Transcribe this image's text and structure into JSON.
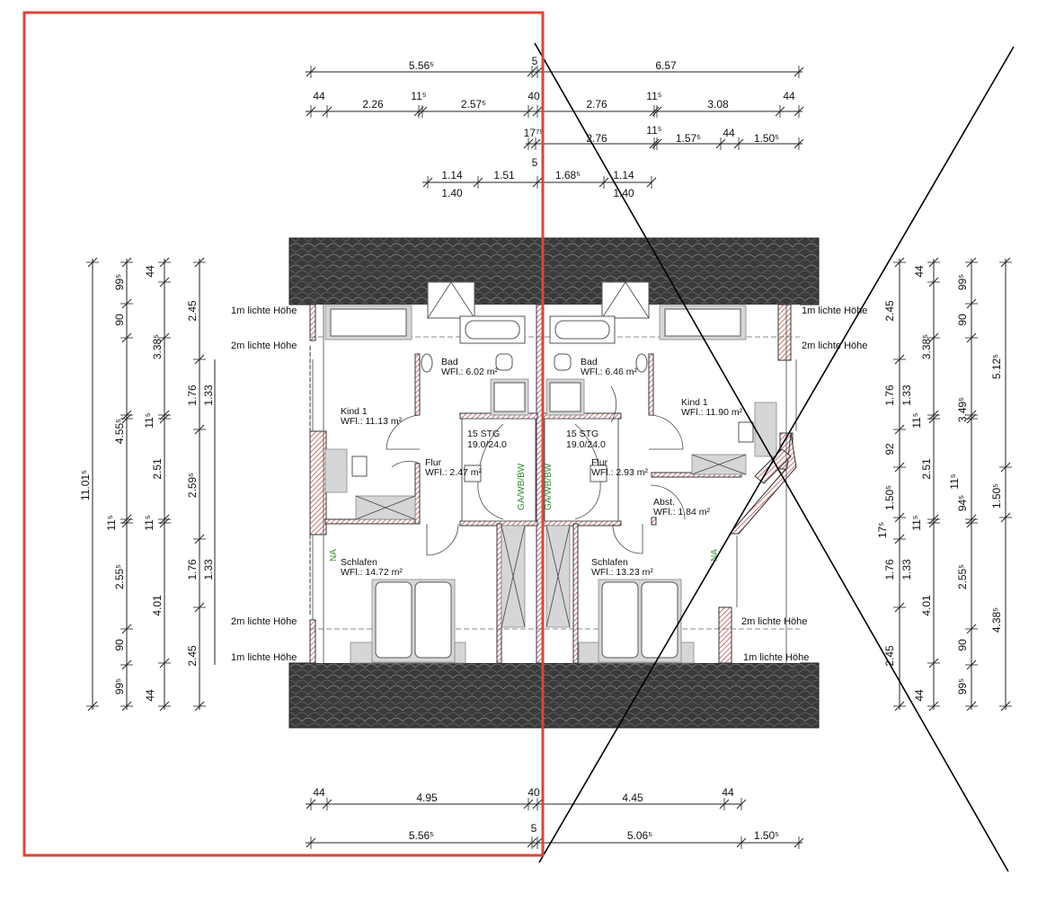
{
  "dims_top": {
    "row1": [
      "5.56⁵",
      "5",
      "6.57"
    ],
    "row2": [
      "44",
      "2.26",
      "11⁵",
      "2.57⁵",
      "40",
      "2.76",
      "11⁵",
      "3.08",
      "44"
    ],
    "row3": [
      "17⁷⁵",
      "2.76",
      "11⁵",
      "1.57⁵",
      "44",
      "1.50⁵"
    ],
    "row4_top": [
      "5",
      "1.14",
      "1.51",
      "1.68⁵",
      "1.14"
    ],
    "row4_bottom": [
      "1.40",
      "1.40"
    ]
  },
  "dims_bottom": {
    "row1": [
      "44",
      "4.95",
      "40",
      "4.45",
      "44"
    ],
    "row2": [
      "5",
      "5.56⁵",
      "5.06⁵",
      "1.50⁵"
    ]
  },
  "dims_left": {
    "col1": [
      "11.01⁵"
    ],
    "col2": [
      "99⁵",
      "90",
      "4.55⁵",
      "11⁵",
      "2.55⁵",
      "90",
      "99⁵"
    ],
    "col3": [
      "44",
      "3.38⁵",
      "11⁵",
      "2.51",
      "11⁵",
      "4.01",
      "44"
    ],
    "col4": [
      "2.45",
      "1.76",
      "2.59⁵",
      "1.76",
      "2.45"
    ],
    "col5": [
      "1.33",
      "1.33"
    ]
  },
  "dims_right": {
    "col1": [
      "2.45",
      "1.76",
      "92",
      "1.50⁵",
      "17⁵",
      "1.76",
      "2.45"
    ],
    "col2": [
      "44",
      "1.33",
      "11⁵",
      "1.33",
      "44"
    ],
    "col3": [
      "3.38⁵",
      "2.51",
      "11⁵",
      "4.01"
    ],
    "col4": [
      "99⁵",
      "90",
      "3.49⁵",
      "94⁵",
      "11⁵",
      "2.55⁵",
      "90",
      "99⁵"
    ],
    "col5": [
      "5.12⁵",
      "1.50⁵",
      "4.38⁵"
    ]
  },
  "height_labels": {
    "h1": "1m lichte Höhe",
    "h2": "2m lichte Höhe"
  },
  "rooms": {
    "left": {
      "bad": {
        "name": "Bad",
        "area": "WFl.: 6.02 m²"
      },
      "kind": {
        "name": "Kind 1",
        "area": "WFl.: 11.13 m²"
      },
      "flur": {
        "name": "Flur",
        "area": "WFl.: 2.47 m²"
      },
      "schlafen": {
        "name": "Schlafen",
        "area": "WFl.: 14.72 m²"
      },
      "stair": {
        "steps": "15 STG",
        "ratio": "19.0/24.0"
      }
    },
    "right": {
      "bad": {
        "name": "Bad",
        "area": "WFl.: 6.46 m²"
      },
      "kind": {
        "name": "Kind 1",
        "area": "WFl.: 11.90 m²"
      },
      "flur": {
        "name": "Flur",
        "area": "WFl.: 2.93 m²"
      },
      "abst": {
        "name": "Abst.",
        "area": "WFl.: 1.84 m²"
      },
      "schlafen": {
        "name": "Schlafen",
        "area": "WFl.: 13.23 m²"
      },
      "stair": {
        "steps": "15 STG",
        "ratio": "19.0/24.0"
      }
    }
  },
  "markers": {
    "na": "NA",
    "duct": "GA/WB/BW"
  },
  "colors": {
    "roof": "#3a3a3a",
    "highlight": "#d9463a",
    "hatch": "#b23a3a",
    "green": "#2f8a2f"
  }
}
